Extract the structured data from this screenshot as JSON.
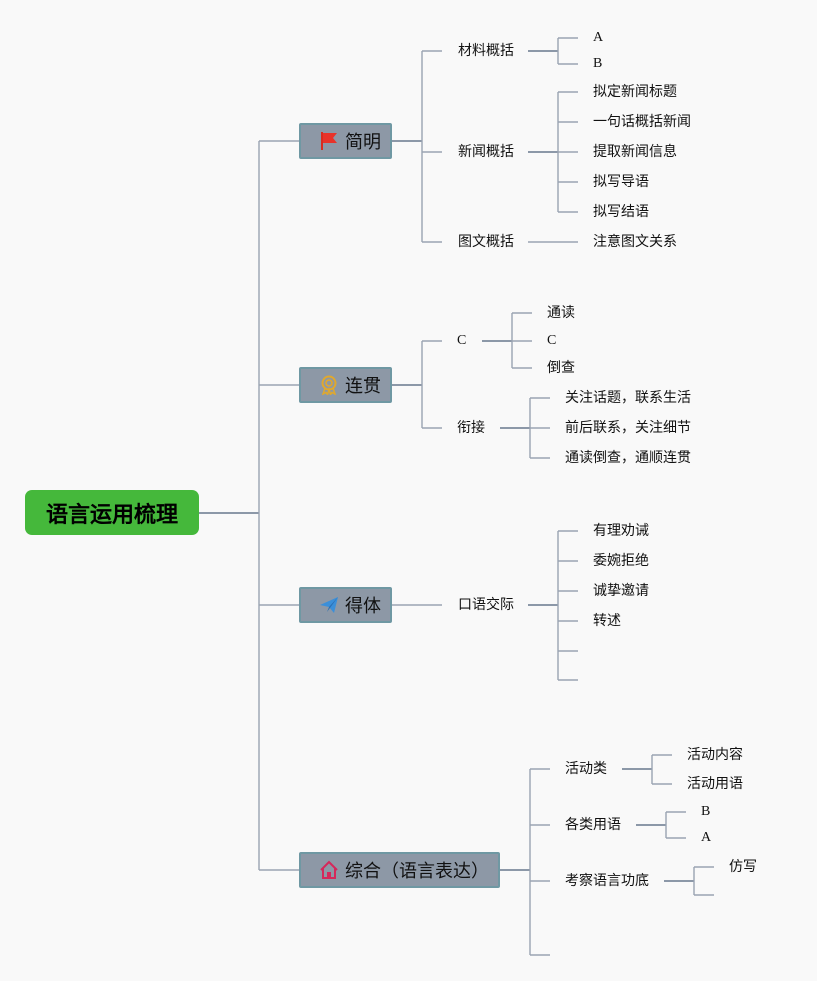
{
  "root": {
    "label": "语言运用梳理"
  },
  "branches": {
    "jianming": {
      "label": "简明",
      "icon": "red-flag-icon",
      "children": {
        "cailiao": {
          "label": "材料概括",
          "items": [
            "A",
            "B"
          ]
        },
        "xinwen": {
          "label": "新闻概括",
          "items": [
            "拟定新闻标题",
            "一句话概括新闻",
            "提取新闻信息",
            "拟写导语",
            "拟写结语"
          ]
        },
        "tuwen": {
          "label": "图文概括",
          "items": [
            "注意图文关系"
          ]
        }
      }
    },
    "lianguan": {
      "label": "连贯",
      "icon": "award-ribbon-icon",
      "children": {
        "c": {
          "label": "C",
          "items": [
            "通读",
            "C",
            "倒查"
          ]
        },
        "xianjie": {
          "label": "衔接",
          "items": [
            "关注话题，联系生活",
            "前后联系，关注细节",
            "通读倒查，通顺连贯"
          ]
        }
      }
    },
    "deti": {
      "label": "得体",
      "icon": "paper-plane-icon",
      "children": {
        "kouyu": {
          "label": "口语交际",
          "items": [
            "有理劝诫",
            "委婉拒绝",
            "诚挚邀请",
            "转述",
            "",
            ""
          ]
        }
      }
    },
    "zonghe": {
      "label": "综合（语言表达）",
      "icon": "home-icon",
      "children": {
        "huodong": {
          "label": "活动类",
          "items": [
            "活动内容",
            "活动用语"
          ]
        },
        "gelei": {
          "label": "各类用语",
          "items": [
            "B",
            "A"
          ]
        },
        "kaocha": {
          "label": "考察语言功底",
          "items": [
            "仿写",
            ""
          ]
        },
        "empty": {
          "label": ""
        }
      }
    }
  },
  "colors": {
    "root": "#45b83b",
    "branch_fill": "#8d98a6",
    "line": "#9aa4b2",
    "connector": "#7d8a9c"
  }
}
